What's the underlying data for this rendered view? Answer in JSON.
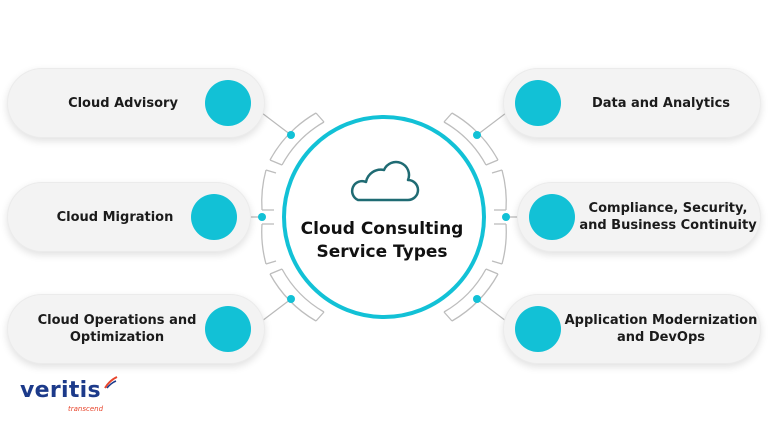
{
  "center": {
    "title_line1": "Cloud Consulting",
    "title_line2": "Service Types",
    "icon": "cloud-icon"
  },
  "services": [
    {
      "label": "Cloud Advisory"
    },
    {
      "label": "Cloud Migration"
    },
    {
      "label_line1": "Cloud Operations and",
      "label_line2": "Optimization"
    },
    {
      "label": "Data and Analytics"
    },
    {
      "label_line1": "Compliance, Security,",
      "label_line2": "and Business Continuity"
    },
    {
      "label_line1": "Application Modernization",
      "label_line2": "and DevOps"
    }
  ],
  "logo": {
    "brand": "veritis",
    "tagline": "transcend"
  },
  "colors": {
    "accent": "#12c1d6",
    "pill_bg": "#f3f3f3",
    "connector": "#b9b9b9",
    "logo_blue": "#1c3a8a",
    "logo_red": "#e8452c"
  }
}
